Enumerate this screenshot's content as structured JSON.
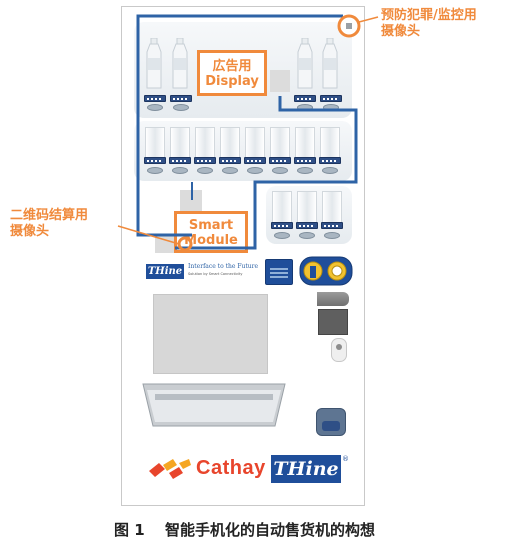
{
  "annotations": {
    "camera_crime": "预防犯罪/监控用\n摄像头",
    "camera_payment": "二维码结算用\n摄像头",
    "ad_display": "広告用\nDisplay",
    "smart_module": "Smart\nModule"
  },
  "thine_small": {
    "logo": "THine",
    "tagline": "Interface to the Future",
    "subtagline": "Solution by Smart Connectivity"
  },
  "logos": {
    "cathay": "Cathay",
    "thine": "THine"
  },
  "caption": {
    "figure_no": "图 1",
    "title": "智能手机化的自动售货机的构想"
  },
  "colors": {
    "accent_orange": "#f08a3c",
    "wire_blue": "#2e63a6",
    "thine_blue": "#1f4e9a",
    "cathay_red": "#e8452c",
    "cathay_yellow": "#f5a623"
  }
}
